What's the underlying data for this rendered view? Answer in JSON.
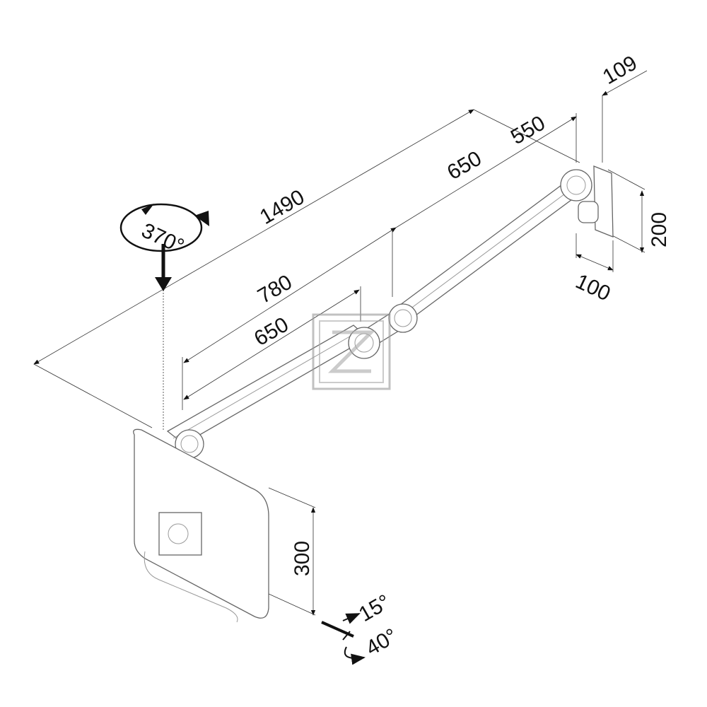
{
  "drawing": {
    "dimensions": {
      "total_reach": "1490",
      "upper_arm": "650",
      "upper_arm_overlap": "550",
      "mid_reach": "780",
      "lower_arm": "650",
      "wall_offset": "109",
      "wall_plate_height": "200",
      "wall_plate_depth": "100",
      "monitor_drop": "300",
      "tilt": "15°",
      "swivel": "40°",
      "rotation": "370°"
    },
    "colors": {
      "line": "#333333",
      "part": "#666666"
    }
  }
}
